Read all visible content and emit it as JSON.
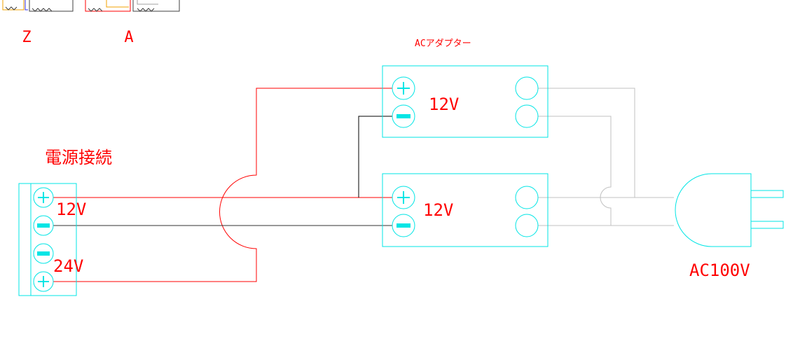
{
  "labels": {
    "legend_z": "Z",
    "legend_a": "A",
    "adapter_title": "ACアダプター",
    "power_connection": "電源接続",
    "adapter_top_voltage": "12V",
    "adapter_bottom_voltage": "12V",
    "terminal_12v": "12V",
    "terminal_24v": "24V",
    "plug_label": "AC100V"
  },
  "colors": {
    "cyan": "#00e5e5",
    "red": "#ff0000",
    "black": "#000000",
    "gray": "#c0c0c0",
    "text": "#ff0000"
  }
}
